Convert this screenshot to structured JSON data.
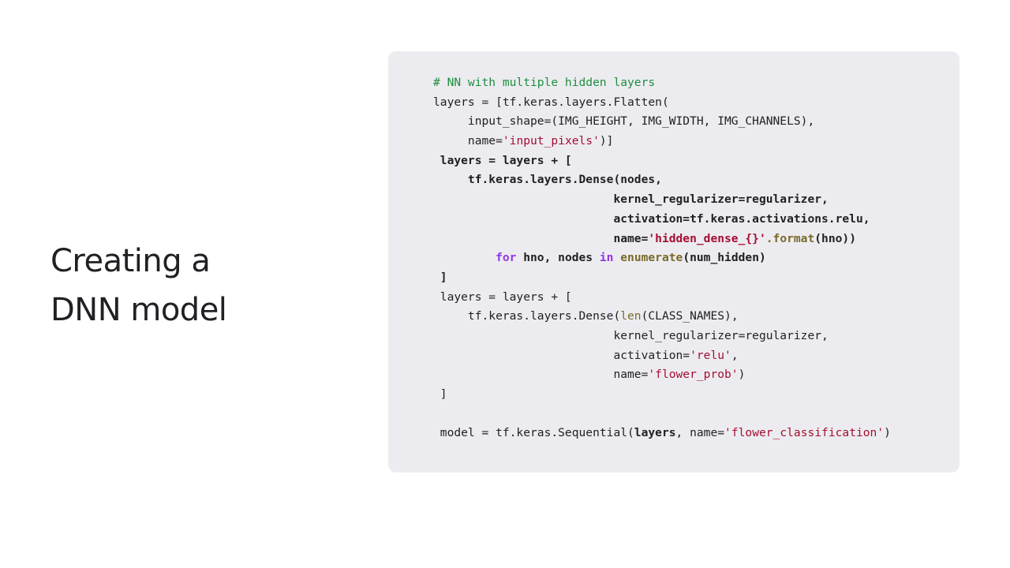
{
  "slide": {
    "title_line1": "Creating a",
    "title_line2": "DNN model"
  },
  "colors": {
    "panel_bg": "#ececf0",
    "comment": "#1e8e3e",
    "string": "#a50e32",
    "keyword": "#9334e6",
    "builtin": "#7a6a2a",
    "text": "#202124"
  },
  "code": {
    "l1": "# NN with multiple hidden layers",
    "l2": "layers = [tf.keras.layers.Flatten(",
    "l3": "     input_shape=(IMG_HEIGHT, IMG_WIDTH, IMG_CHANNELS),",
    "l4_a": "     name=",
    "l4_s": "'input_pixels'",
    "l4_b": ")]",
    "l5": " layers = layers + [",
    "l6": "     tf.keras.layers.Dense(nodes,",
    "l7": "                          kernel_regularizer=regularizer,",
    "l8": "                          activation=tf.keras.activations.relu,",
    "l9_a": "                          name=",
    "l9_s": "'hidden_dense_{}'",
    "l9_f": ".format",
    "l9_b": "(hno))",
    "l10_pad": "         ",
    "l10_for": "for",
    "l10_a": " hno, nodes ",
    "l10_in": "in",
    "l10_sp": " ",
    "l10_fn": "enumerate",
    "l10_b": "(num_hidden)",
    "l11": " ]",
    "l12": " layers = layers + [",
    "l13_a": "     tf.keras.layers.Dense(",
    "l13_fn": "len",
    "l13_b": "(CLASS_NAMES),",
    "l14": "                          kernel_regularizer=regularizer,",
    "l15_a": "                          activation=",
    "l15_s": "'relu'",
    "l15_b": ",",
    "l16_a": "                          name=",
    "l16_s": "'flower_prob'",
    "l16_b": ")",
    "l17": " ]",
    "l18": "",
    "l19_a": " model = tf.keras.Sequential(",
    "l19_bold": "layers",
    "l19_b": ", name=",
    "l19_s": "'flower_classification'",
    "l19_c": ")"
  }
}
